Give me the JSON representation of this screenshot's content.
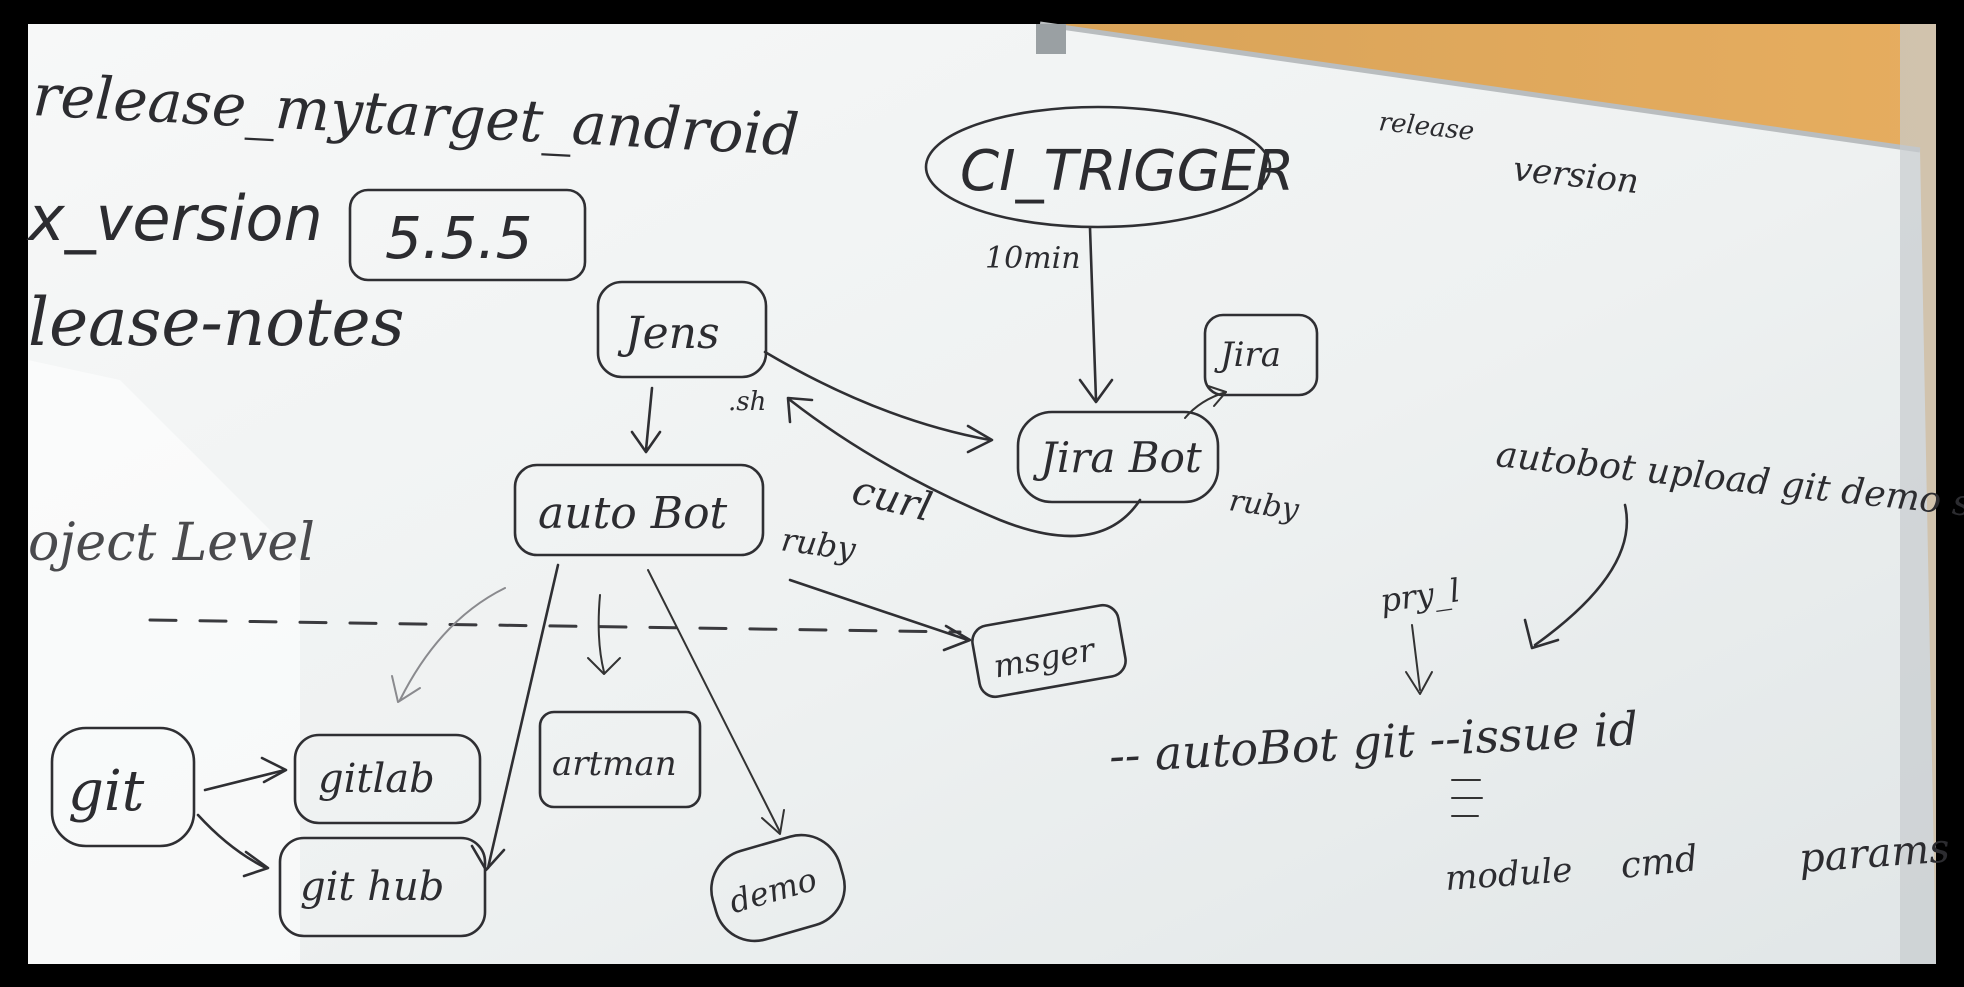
{
  "left_labels": {
    "release_target": "release_mytarget_android",
    "version_label": "x_version",
    "version_value": "5.5.5",
    "release_notes": "lease-notes",
    "project_level": "oject Level"
  },
  "top_right": {
    "release": "release",
    "version": "version"
  },
  "nodes": {
    "ci_trigger": "CI_TRIGGER",
    "jenkins": "Jens",
    "jira_bot": "Jira Bot",
    "jira": "Jira",
    "autobot": "auto Bot",
    "msger": "msger",
    "git": "git",
    "gitlab": "gitlab",
    "github": "git hub",
    "artman": "artman",
    "demo": "demo"
  },
  "edge_labels": {
    "ten_min": "10min",
    "sh": ".sh",
    "curl": "curl",
    "ruby_jira": "ruby",
    "ruby_autobot": "ruby"
  },
  "cli_notes": {
    "upload_cmd": "autobot upload git demo sh",
    "pry": "pry_l",
    "command": "-- autoBot git --issue id",
    "module": "module",
    "cmd": "cmd",
    "params": "params"
  },
  "colors": {
    "board": "#eef1f1",
    "wall": "#e3a85a",
    "frame": "#000000",
    "ink": "#2f2f33"
  }
}
